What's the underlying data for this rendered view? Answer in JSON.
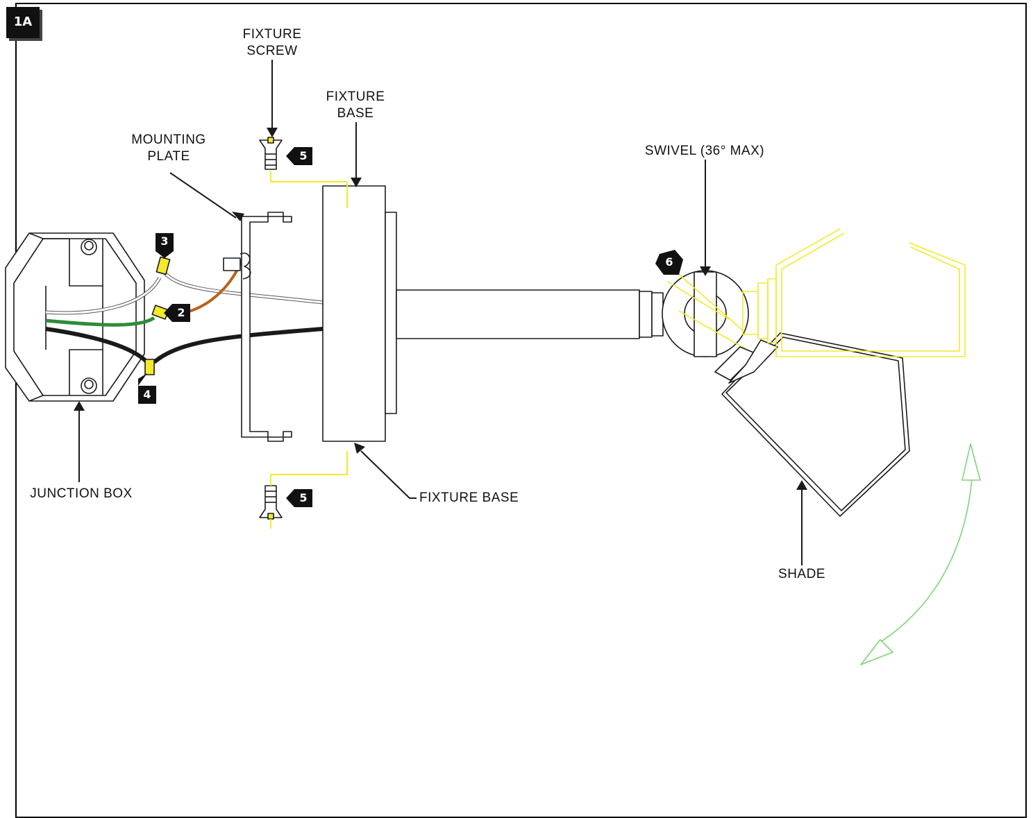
{
  "figure_id": "1A",
  "labels": {
    "fixture_screw": "FIXTURE\nSCREW",
    "fixture_base_top": "FIXTURE\nBASE",
    "mounting_plate": "MOUNTING\nPLATE",
    "swivel": "SWIVEL (36° MAX)",
    "junction_box": "JUNCTION BOX",
    "fixture_base_bottom": "FIXTURE BASE",
    "shade": "SHADE"
  },
  "steps": {
    "step_2": "2",
    "step_3": "3",
    "step_4": "4",
    "step_5_top": "5",
    "step_5_bottom": "5",
    "step_6": "6"
  },
  "colors": {
    "line": "#1a1a1a",
    "highlight": "#f2ea2a",
    "green_wire": "#2e8b3a",
    "copper_wire": "#b8621a",
    "arc": "#7ed37a"
  }
}
